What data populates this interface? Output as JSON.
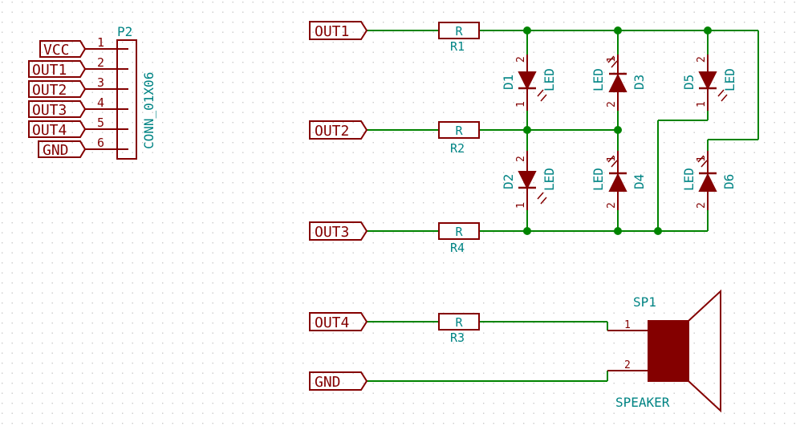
{
  "colors": {
    "symbol": "#840000",
    "wire": "#008400",
    "ref_text": "#008484",
    "grid": "#c8c8c8",
    "background": "#ffffff"
  },
  "connector": {
    "ref": "P2",
    "value": "CONN_01X06",
    "pins": [
      {
        "label": "VCC",
        "number": "1"
      },
      {
        "label": "OUT1",
        "number": "2"
      },
      {
        "label": "OUT2",
        "number": "3"
      },
      {
        "label": "OUT3",
        "number": "4"
      },
      {
        "label": "OUT4",
        "number": "5"
      },
      {
        "label": "GND",
        "number": "6"
      }
    ]
  },
  "net_labels": {
    "out1": "OUT1",
    "out2": "OUT2",
    "out3": "OUT3",
    "out4": "OUT4",
    "gnd": "GND"
  },
  "resistors": [
    {
      "ref": "R1",
      "value": "R"
    },
    {
      "ref": "R2",
      "value": "R"
    },
    {
      "ref": "R4",
      "value": "R"
    },
    {
      "ref": "R3",
      "value": "R"
    }
  ],
  "leds": [
    {
      "ref": "D1",
      "value": "LED",
      "pin_a": "2",
      "pin_k": "1"
    },
    {
      "ref": "D2",
      "value": "LED",
      "pin_a": "2",
      "pin_k": "1"
    },
    {
      "ref": "D3",
      "value": "LED",
      "pin_a": "1",
      "pin_k": "2"
    },
    {
      "ref": "D4",
      "value": "LED",
      "pin_a": "1",
      "pin_k": "2"
    },
    {
      "ref": "D5",
      "value": "LED",
      "pin_a": "2",
      "pin_k": "1"
    },
    {
      "ref": "D6",
      "value": "LED",
      "pin_a": "1",
      "pin_k": "2"
    }
  ],
  "speaker": {
    "ref": "SP1",
    "value": "SPEAKER",
    "pin1": "1",
    "pin2": "2"
  }
}
